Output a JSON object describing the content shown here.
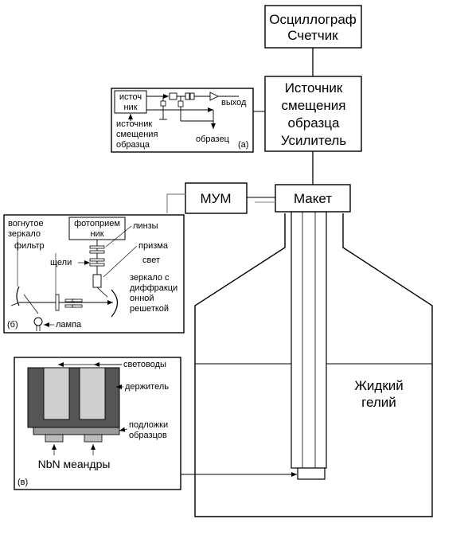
{
  "blocks": {
    "oscilloscope": [
      "Осциллограф",
      "Счетчик"
    ],
    "bias_amp": [
      "Источник",
      "смещения",
      "образца",
      "Усилитель"
    ],
    "mum": "МУМ",
    "maket": "Макет",
    "helium": [
      "Жидкий",
      "гелий"
    ]
  },
  "inset_a": {
    "tag": "(а)",
    "source": [
      "источ",
      "ник"
    ],
    "output": "выход",
    "bias": [
      "источник",
      "смещения",
      "образца"
    ],
    "sample": "образец"
  },
  "inset_b": {
    "tag": "(б)",
    "photodetector": [
      "фотоприем",
      "ник"
    ],
    "lenses": "линзы",
    "prism": "призма",
    "light": "свет",
    "concave_mirror": [
      "вогнутое",
      "зеркало"
    ],
    "filter": "фильтр",
    "slits": "щели",
    "grating_mirror": [
      "зеркало с",
      "диффракци",
      "онной",
      "решеткой"
    ],
    "lamp": "лампа"
  },
  "inset_c": {
    "tag": "(в)",
    "lightguides": "световоды",
    "holder": "держитель",
    "substrates": [
      "подложки",
      "образцов"
    ],
    "meanders": "NbN меандры"
  }
}
